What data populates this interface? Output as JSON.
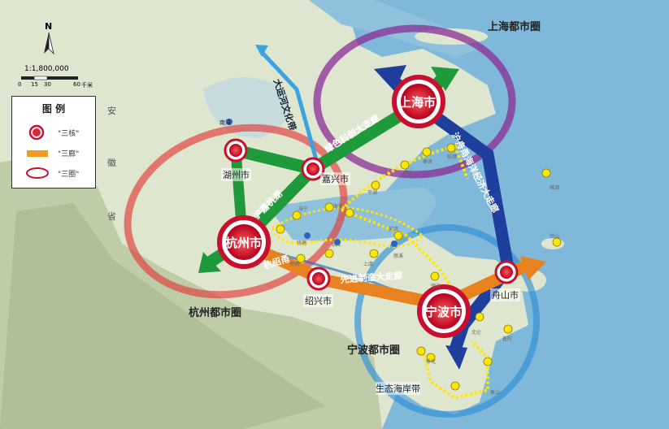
{
  "map": {
    "scale_text": "1:1,800,000",
    "scale_ticks": [
      "0",
      "15",
      "30",
      "60"
    ],
    "scale_unit": "千米",
    "north_label": "N",
    "province_label": [
      "安",
      "徽",
      "省"
    ]
  },
  "legend": {
    "title": "图 例",
    "items": [
      {
        "label": "\"三核\"",
        "icon": "core-circle-icon"
      },
      {
        "label": "\"三廊\"",
        "icon": "corridor-arrow-icon"
      },
      {
        "label": "\"三圈\"",
        "icon": "circle-ring-icon"
      }
    ]
  },
  "cores": {
    "shanghai": "上海市",
    "hangzhou": "杭州市",
    "ningbo": "宁波市"
  },
  "cities": {
    "huzhou": "湖州市",
    "jiaxing": "嘉兴市",
    "shaoxing": "绍兴市",
    "zhoushan": "舟山市",
    "nanxun": "南浔",
    "jinshan": "金山",
    "pinghu": "平湖",
    "haiyan": "海盐",
    "haining": "海宁",
    "qiantang": "钱塘",
    "linjiang": "临江",
    "kekiao": "柯桥",
    "shangyu": "上虞",
    "cixi": "慈溪",
    "hangzhouwan": "前湾",
    "zhenhai": "镇海",
    "beilun": "北仑",
    "fenghua": "奉化",
    "xiangshan": "象山",
    "daishan": "岱山",
    "putuo": "普陀",
    "shengsi": "嵊泗",
    "fengxian": "奉贤",
    "lingang": "临港"
  },
  "circles": {
    "shanghai": "上海都市圈",
    "hangzhou": "杭州都市圈",
    "ningbo": "宁波都市圈"
  },
  "corridors": {
    "canal": "大运河文化带",
    "green_tech": "绿色科创大走廊",
    "hu_jia_hang": "沪嘉杭湖",
    "hu_yong": "沪舟甬海洋经济大走廊",
    "hang_shao_yong": "杭绍甬",
    "advanced_mfg": "先进制造大走廊",
    "eco_coast": "生态海岸带"
  },
  "colors": {
    "sea": "#7fb8d8",
    "green_corridor": "#1f9a3a",
    "blue_corridor": "#1f3f9e",
    "orange_corridor": "#e8821e",
    "core_red": "#c8102e",
    "purple_ring": "#8a2e95",
    "red_ring": "#e23a3a",
    "blue_ring": "#2f8fd8",
    "yellow_dot": "#ffe600"
  }
}
